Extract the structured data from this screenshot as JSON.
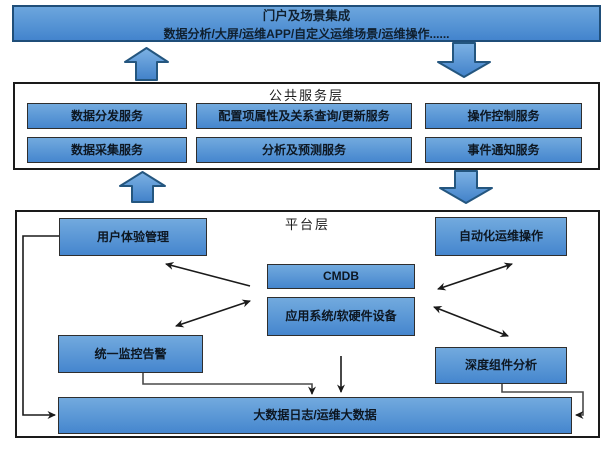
{
  "colors": {
    "box_blue": "#4f93d8",
    "box_border_navy": "#1f4e79",
    "panel_border": "#1a1a1a",
    "connector_black": "#1a1a1a",
    "connector_gray": "#4a4a4a"
  },
  "portal": {
    "title": "门户及场景集成",
    "subtitle": "数据分析/大屏/运维APP/自定义运维场景/运维操作......"
  },
  "service_layer": {
    "title": "公共服务层",
    "rows": [
      [
        "数据分发服务",
        "配置项属性及关系查询/更新服务",
        "操作控制服务"
      ],
      [
        "数据采集服务",
        "分析及预测服务",
        "事件通知服务"
      ]
    ]
  },
  "platform_layer": {
    "title": "平台层",
    "boxes": {
      "user_experience": "用户体验管理",
      "auto_ops": "自动化运维操作",
      "cmdb": "CMDB",
      "app_system": "应用系统/软硬件设备",
      "monitoring": "统一监控告警",
      "deep_analysis": "深度组件分析",
      "big_data": "大数据日志/运维大数据"
    }
  }
}
